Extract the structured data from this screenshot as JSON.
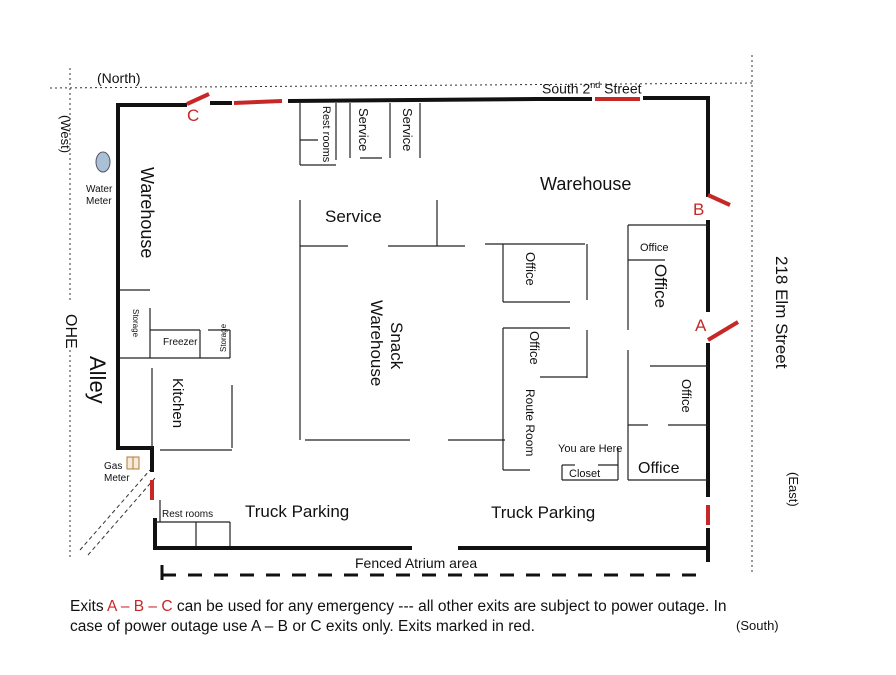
{
  "directions": {
    "north": "(North)",
    "west": "(West)",
    "east": "(East)",
    "south": "(South)"
  },
  "streets": {
    "top_prefix": "South 2",
    "top_sup": "nd",
    "top_suffix": " Street",
    "right": "218 Elm Street",
    "left_top": "OHE",
    "left_alley": "Alley"
  },
  "rooms": {
    "warehouse_left": "Warehouse",
    "warehouse_top": "Warehouse",
    "service_top1": "Service",
    "service_top2": "Service",
    "rest_rooms_top": "Rest rooms",
    "service_mid": "Service",
    "snack_line1": "Snack",
    "snack_line2": "Warehouse",
    "office_1": "Office",
    "office_2": "Office",
    "office_small": "Office",
    "office_big": "Office",
    "office_right": "Office",
    "route_room": "Route Room",
    "you_are_here": "You are Here",
    "closet": "Closet",
    "office_bottom": "Office",
    "storage_1": "Storage",
    "freezer": "Freezer",
    "storage_2": "Storage",
    "kitchen": "Kitchen",
    "rest_rooms_bottom": "Rest rooms",
    "truck_parking_1": "Truck Parking",
    "truck_parking_2": "Truck Parking",
    "fenced_atrium": "Fenced Atrium area"
  },
  "utilities": {
    "water_line1": "Water",
    "water_line2": "Meter",
    "gas_line1": "Gas",
    "gas_line2": "Meter"
  },
  "exits": {
    "a": "A",
    "b": "B",
    "c": "C"
  },
  "note": {
    "p1": "Exits ",
    "a": "A",
    "dash1": " – ",
    "b": "B",
    "dash2": " – ",
    "c": "C",
    "p2": " can be used for any emergency --- all other exits are subject to power outage.  In",
    "line2": "case of power outage use A – B  or C exits only.  Exits marked in red."
  },
  "colors": {
    "wall": "#111111",
    "exit": "#c62828"
  }
}
